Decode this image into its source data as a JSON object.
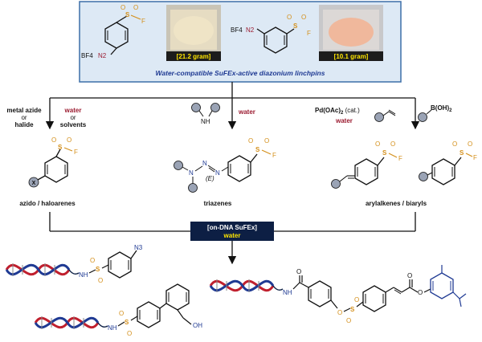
{
  "colors": {
    "accent_blue": "#1f3a93",
    "header_fill": "#dde9f5",
    "header_border": "#3d6fa8",
    "water_red": "#9b1b30",
    "sulfonyl_orange": "#d4901c",
    "placeholder_grey": "#9aa3b5",
    "dna_red": "#c0202e",
    "dna_blue": "#1f3a93",
    "dna_dark": "#0d1f44",
    "gram_yellow": "#ffe600"
  },
  "header": {
    "caption": "Water-compatible SuFEx-active diazonium linchpins",
    "reagent_para": {
      "counterion": "BF4",
      "diazo": "N2",
      "sulfonyl_s": "S",
      "sulfonyl_o": "O",
      "fluoride": "F",
      "amount": "[21.2 gram]"
    },
    "reagent_meta": {
      "counterion": "BF4",
      "diazo": "N2",
      "sulfonyl_s": "S",
      "sulfonyl_o": "O",
      "fluoride": "F",
      "amount": "[10.1 gram]"
    }
  },
  "branches": {
    "left": {
      "cond_line1": "metal azide",
      "cond_line2": "or",
      "cond_line3": "halide",
      "water": "water",
      "or": "or",
      "solvents": "solvents",
      "product_x": "X",
      "product_label": "azido / haloarenes"
    },
    "middle": {
      "amine_nh": "NH",
      "water": "water",
      "n1": "N",
      "n2": "N",
      "n3": "N",
      "stereo": "(E)",
      "product_label": "triazenes"
    },
    "right": {
      "catalyst": "Pd(OAc)",
      "catalyst_sub": "2",
      "catalyst_note": " (cat.)",
      "water": "water",
      "boronic": "B(OH)",
      "boronic_sub": "2",
      "product_label": "arylalkenes / biaryls"
    }
  },
  "bottom": {
    "box_line1": "[on-DNA SuFEx]",
    "box_line2": "water",
    "azide": "N3",
    "nh": "NH",
    "oh": "OH"
  }
}
